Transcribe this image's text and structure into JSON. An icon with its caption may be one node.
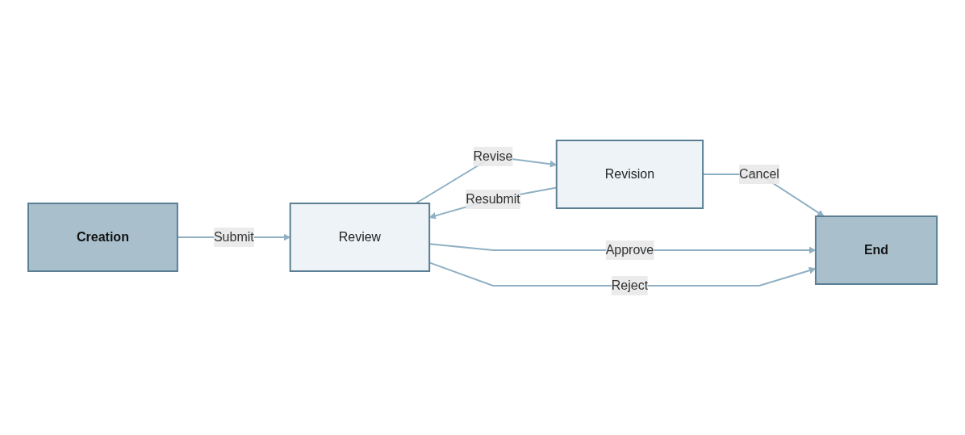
{
  "diagram": {
    "nodes": [
      {
        "text": [
          "Creation"
        ]
      },
      {
        "text": [
          "Revision"
        ]
      },
      {
        "text": [
          "Review"
        ]
      },
      {
        "text": [
          "End"
        ]
      }
    ],
    "edges": [
      {
        "from": 0,
        "to": 2,
        "arrow": "to",
        "label": "Submit"
      },
      {
        "from": 2,
        "to": 1,
        "arrow": "to",
        "label": "Revise"
      },
      {
        "from": 1,
        "to": 2,
        "arrow": "to",
        "label": "Resubmit"
      },
      {
        "from": 1,
        "to": 3,
        "arrow": "to",
        "label": "Cancel"
      },
      {
        "from": 2,
        "to": 3,
        "arrow": "to",
        "label": "Approve"
      },
      {
        "from": 2,
        "to": 3,
        "arrow": "to",
        "label": "Reject"
      }
    ]
  }
}
